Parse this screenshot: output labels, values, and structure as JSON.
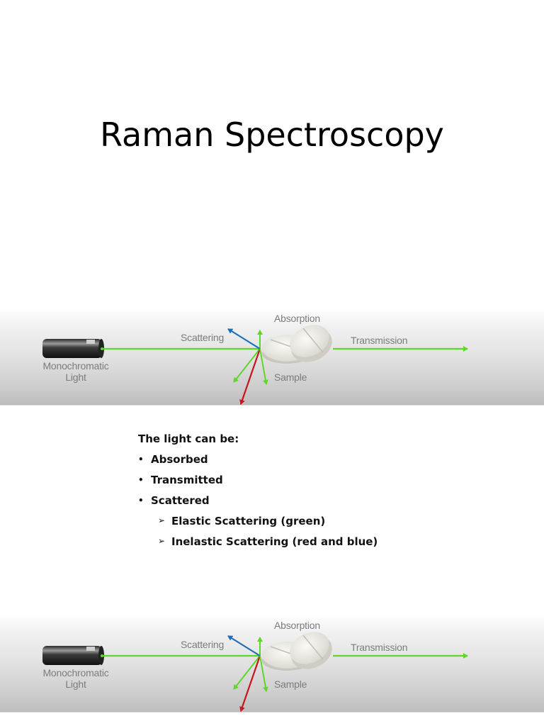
{
  "slide": {
    "title": "Raman Spectroscopy"
  },
  "diagram": {
    "labels": {
      "source_line1": "Monochromatic",
      "source_line2": "Light",
      "scattering": "Scattering",
      "absorption": "Absorption",
      "transmission": "Transmission",
      "sample": "Sample"
    },
    "colors": {
      "beam_green": "#5fd62a",
      "rayleigh_green": "#5fd62a",
      "stokes_red": "#c8161d",
      "antistokes_blue": "#1c6fb8"
    }
  },
  "content": {
    "heading": "The light can be:",
    "bullets": [
      {
        "marker": "•",
        "text": "Absorbed"
      },
      {
        "marker": "•",
        "text": "Transmitted"
      },
      {
        "marker": "•",
        "text": "Scattered"
      }
    ],
    "sub_bullets": [
      {
        "marker": "➢",
        "text": "Elastic Scattering (green)"
      },
      {
        "marker": "➢",
        "text": "Inelastic Scattering (red and blue)"
      }
    ]
  }
}
